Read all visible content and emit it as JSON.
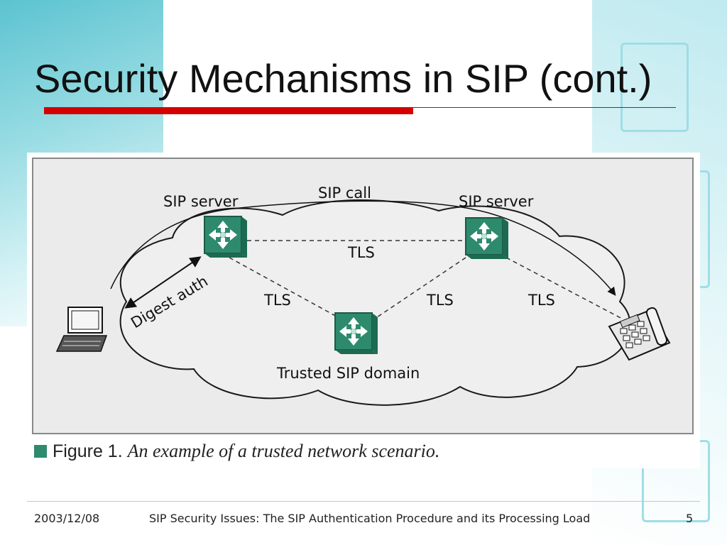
{
  "slide": {
    "title": "Security Mechanisms in SIP (cont.)"
  },
  "diagram": {
    "labels": {
      "sip_server_left": "SIP server",
      "sip_server_right": "SIP server",
      "sip_call": "SIP call",
      "tls_top": "TLS",
      "tls_left": "TLS",
      "tls_mid": "TLS",
      "tls_right": "TLS",
      "digest_auth": "Digest auth",
      "trusted_domain": "Trusted SIP domain"
    },
    "caption": {
      "prefix": "Figure 1.",
      "text": "An example of a trusted network scenario."
    },
    "colors": {
      "server": "#2e8a6c",
      "cloud": "#ebebeb"
    },
    "icons": [
      "laptop-icon",
      "sip-server-icon",
      "phone-icon"
    ]
  },
  "footer": {
    "date": "2003/12/08",
    "subtitle": "SIP Security Issues: The SIP Authentication Procedure and its Processing Load",
    "page": "5"
  }
}
